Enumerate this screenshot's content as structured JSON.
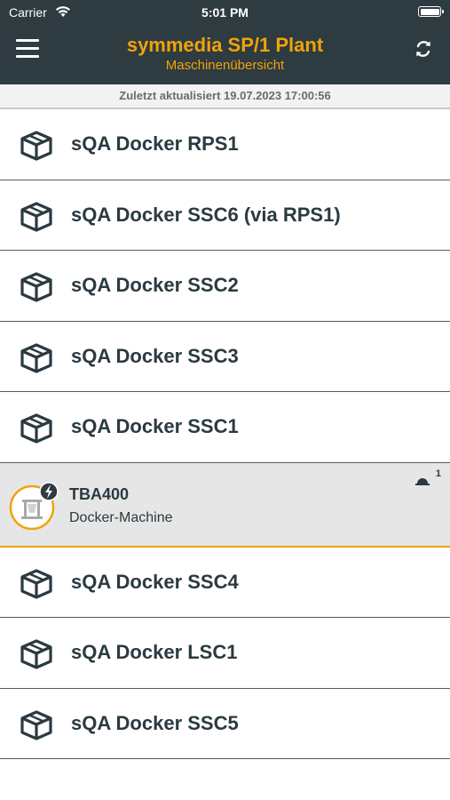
{
  "status_bar": {
    "carrier": "Carrier",
    "time": "5:01 PM"
  },
  "header": {
    "title": "symmedia SP/1 Plant",
    "subtitle": "Maschinenübersicht"
  },
  "last_updated": "Zuletzt aktualisiert 19.07.2023 17:00:56",
  "colors": {
    "header_bg": "#2e3b40",
    "accent": "#f0a30a",
    "text": "#2b3a40"
  },
  "rows_top": [
    {
      "label": "sQA Docker RPS1",
      "icon": "package-cube-icon"
    },
    {
      "label": "sQA Docker SSC6 (via RPS1)",
      "icon": "package-cube-icon"
    },
    {
      "label": "sQA Docker SSC2",
      "icon": "package-cube-icon"
    },
    {
      "label": "sQA Docker SSC3",
      "icon": "package-cube-icon"
    },
    {
      "label": "sQA Docker SSC1",
      "icon": "package-cube-icon"
    }
  ],
  "machine": {
    "name": "TBA400",
    "type": "Docker-Machine",
    "alarm_count": "1",
    "icon": "machine-status-icon"
  },
  "rows_bottom": [
    {
      "label": "sQA Docker SSC4",
      "icon": "package-cube-icon"
    },
    {
      "label": "sQA Docker LSC1",
      "icon": "package-cube-icon"
    },
    {
      "label": "sQA Docker SSC5",
      "icon": "package-cube-icon"
    }
  ]
}
